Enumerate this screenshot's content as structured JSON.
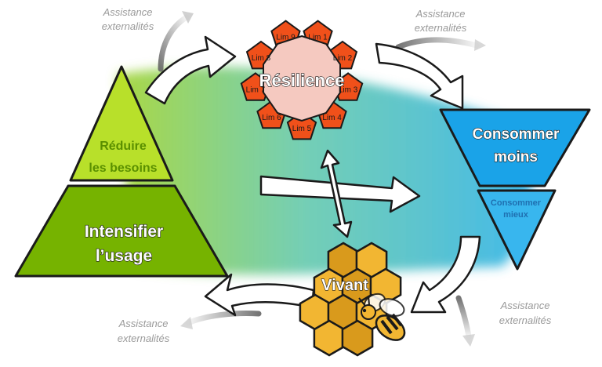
{
  "nodes": {
    "resilience": "Résilience",
    "reduire_line1": "Réduire",
    "reduire_line2": "les besoins",
    "intensifier_line1": "Intensifier",
    "intensifier_line2": "l’usage",
    "consommer_moins_line1": "Consommer",
    "consommer_moins_line2": "moins",
    "consommer_mieux_line1": "Consommer",
    "consommer_mieux_line2": "mieux",
    "vivant": "Vivant"
  },
  "limits": [
    "Lim 1",
    "Lim 2",
    "Lim 3",
    "Lim 4",
    "Lim 5",
    "Lim 6",
    "Lim 7",
    "Lim 8",
    "Lim 9"
  ],
  "assistance": {
    "line1": "Assistance",
    "line2": "externalités"
  },
  "colors": {
    "light_green": "#b8e02a",
    "dark_green": "#76b300",
    "blue": "#1aa3e8",
    "orange": "#f0501a",
    "pink": "#f5c9c0",
    "honey": "#f2b632",
    "honey_dark": "#d99a1c"
  }
}
